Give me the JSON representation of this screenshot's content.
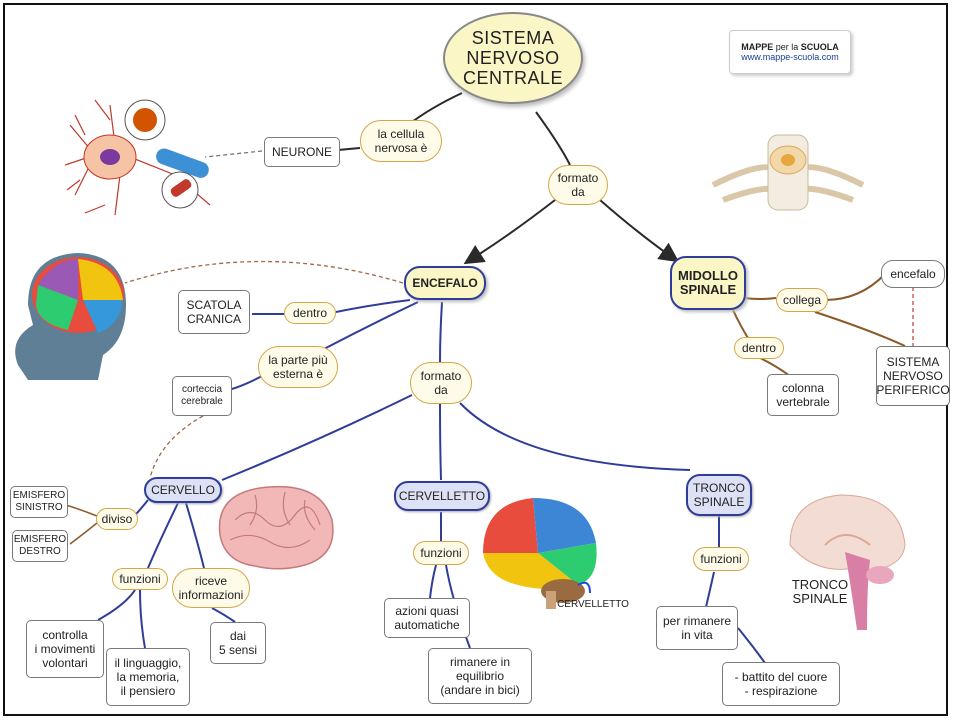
{
  "signature": {
    "brand_a": "MAPPE",
    "brand_mid": " per la ",
    "brand_b": "SCUOLA",
    "url": "www.mappe-scuola.com"
  },
  "nodes": {
    "root": "SISTEMA\nNERVOSO\nCENTRALE",
    "cellula": "la cellula\nnervosa è",
    "neurone": "NEURONE",
    "formato_top": "formato\nda",
    "encefalo": "ENCEFALO",
    "midollo": "MIDOLLO\nSPINALE",
    "scatola": "SCATOLA\nCRANICA",
    "dentro_enc": "dentro",
    "parte_esterna": "la parte più\nesterna è",
    "corteccia": "corteccia\ncerebrale",
    "formato_enc": "formato\nda",
    "collega": "collega",
    "encefalo_small": "encefalo",
    "dentro_mid": "dentro",
    "colonna": "colonna\nvertebrale",
    "periferico": "SISTEMA\nNERVOSO\nPERIFERICO",
    "cervello": "CERVELLO",
    "cervelletto": "CERVELLETTO",
    "tronco": "TRONCO\nSPINALE",
    "emisfero_sx": "EMISFERO\nSINISTRO",
    "emisfero_dx": "EMISFERO\nDESTRO",
    "diviso": "diviso",
    "funzioni_cerv": "funzioni",
    "riceve": "riceve\ninformazioni",
    "controlla": "controlla\ni movimenti\nvolontari",
    "linguaggio": "il linguaggio,\nla memoria,\nil pensiero",
    "sensi": "dai\n5 sensi",
    "funzioni_cervelletto": "funzioni",
    "azioni": "azioni quasi\nautomatiche",
    "equilibrio": "rimanere in\nequilibrio\n(andare in bici)",
    "funzioni_tronco": "funzioni",
    "rimanere_vita": "per rimanere\nin vita",
    "battito": "- battito del cuore\n- respirazione"
  },
  "image_labels": {
    "cervelletto_label": "CERVELLETTO",
    "tronco_label": "TRONCO\nSPINALE"
  },
  "colors": {
    "navy": "#2f3d99",
    "brown": "#8a5a2a",
    "accent_bubble": "#d4a64a",
    "root_fill": "#fbf6c6"
  }
}
